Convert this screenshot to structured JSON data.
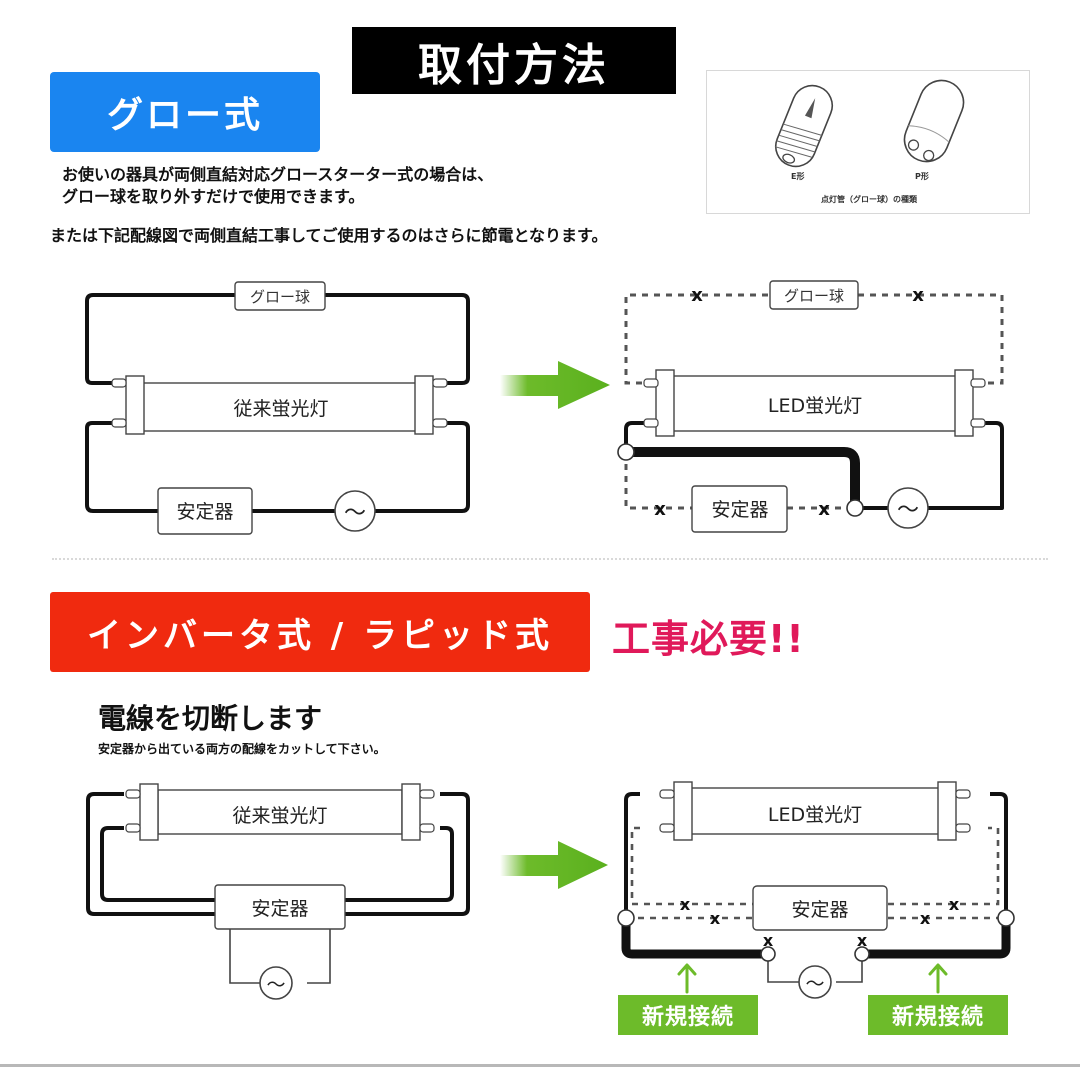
{
  "header": {
    "title": "取付方法"
  },
  "glow_section": {
    "label": "グロー式",
    "description_line1": "お使いの器具が両側直結対応グロースターター式の場合は、",
    "description_line2": "グロー球を取り外すだけで使用できます。",
    "description_line3": "または下記配線図で両側直結工事してご使用するのはさらに節電となります。",
    "bulb_illustration": {
      "type_e_label": "E形",
      "type_p_label": "P形",
      "caption": "点灯管（グロー球）の種類"
    },
    "before_diagram": {
      "glow_label": "グロー球",
      "tube_label": "従来蛍光灯",
      "ballast_label": "安定器",
      "ac_symbol": "～"
    },
    "after_diagram": {
      "glow_label": "グロー球",
      "tube_label": "LED蛍光灯",
      "ballast_label": "安定器",
      "ac_symbol": "～",
      "cut_mark": "x"
    }
  },
  "inverter_section": {
    "label": "インバータ式 / ラピッド式",
    "warning": "工事必要!!",
    "heading": "電線を切断します",
    "subheading": "安定器から出ている両方の配線をカットして下さい。",
    "before_diagram": {
      "tube_label": "従来蛍光灯",
      "ballast_label": "安定器",
      "ac_symbol": "～"
    },
    "after_diagram": {
      "tube_label": "LED蛍光灯",
      "ballast_label": "安定器",
      "ac_symbol": "～",
      "cut_mark": "x",
      "new_connection_left": "新規接続",
      "new_connection_right": "新規接続"
    }
  },
  "colors": {
    "title_bg": "#000000",
    "glow_label_bg": "#1a85f0",
    "inverter_label_bg": "#f02a0f",
    "warning_text": "#e0195a",
    "arrow_green": "#6dbb2a",
    "new_connection_bg": "#6dbb2a"
  }
}
